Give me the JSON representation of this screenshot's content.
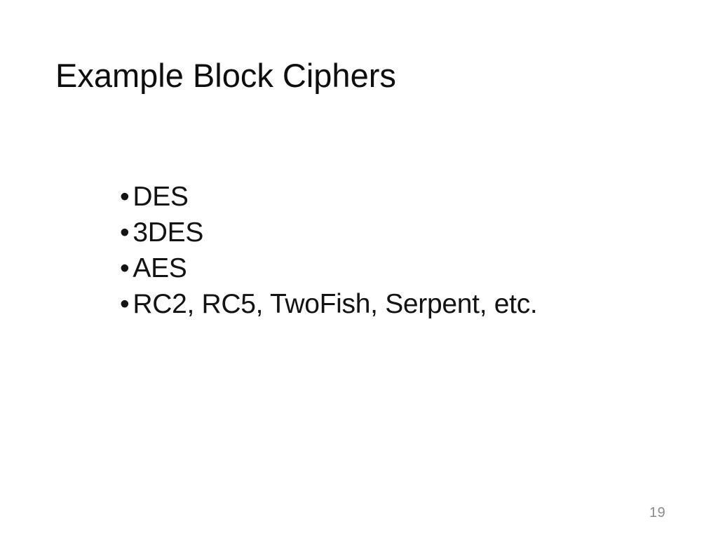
{
  "slide": {
    "title": "Example Block Ciphers",
    "bullet_char": "•",
    "bullets": [
      "DES",
      "3DES",
      "AES",
      "RC2, RC5, TwoFish, Serpent, etc."
    ],
    "page_number": "19"
  },
  "colors": {
    "background": "#ffffff",
    "title_text": "#0e0e0e",
    "body_text": "#131313",
    "page_number_text": "#8a8a8a"
  }
}
